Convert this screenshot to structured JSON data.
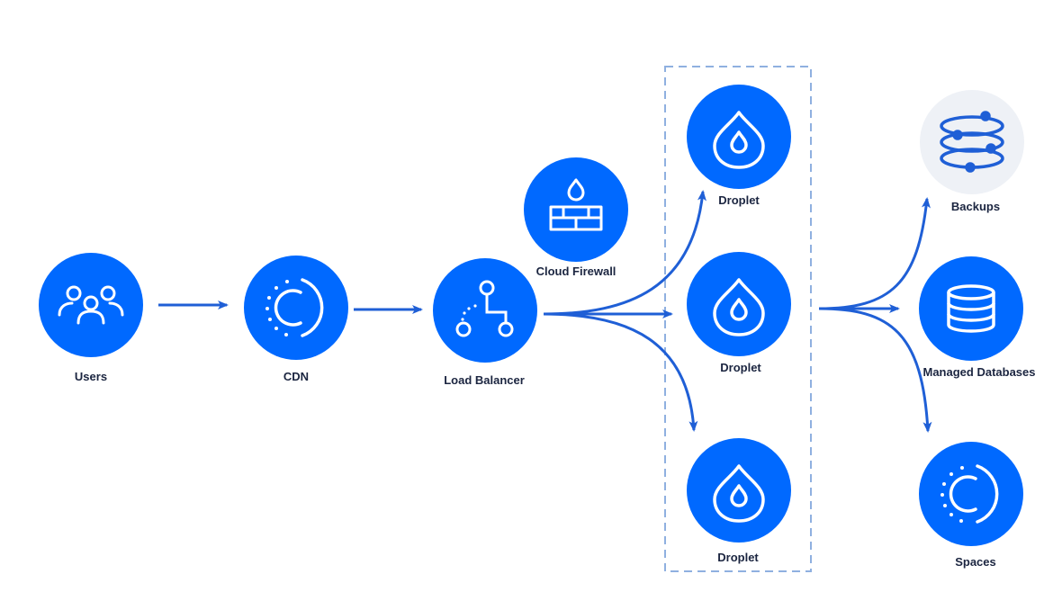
{
  "colors": {
    "primary": "#0069ff",
    "arrow": "#1f5fd6",
    "dash_border": "#8fb0e0",
    "backups_bg": "#eef1f6",
    "label": "#1b2540"
  },
  "nodes": {
    "users": {
      "label": "Users",
      "icon": "users-icon"
    },
    "cdn": {
      "label": "CDN",
      "icon": "cdn-icon"
    },
    "load_balancer": {
      "label": "Load Balancer",
      "icon": "load-balancer-icon"
    },
    "cloud_firewall": {
      "label": "Cloud Firewall",
      "icon": "firewall-icon"
    },
    "droplets": [
      {
        "label": "Droplet",
        "icon": "droplet-icon"
      },
      {
        "label": "Droplet",
        "icon": "droplet-icon"
      },
      {
        "label": "Droplet",
        "icon": "droplet-icon"
      }
    ],
    "backups": {
      "label": "Backups",
      "icon": "backups-icon"
    },
    "managed_databases": {
      "label": "Managed Databases",
      "icon": "database-icon"
    },
    "spaces": {
      "label": "Spaces",
      "icon": "spaces-icon"
    }
  }
}
